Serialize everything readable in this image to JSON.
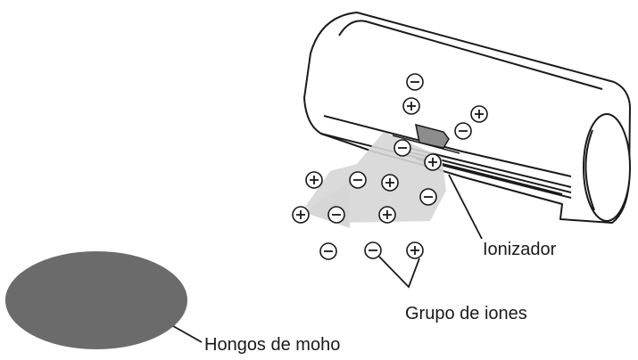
{
  "labels": {
    "ionizer": "Ionizador",
    "ion_group": "Grupo de iones",
    "mold": "Hongos de moho"
  },
  "ions": [
    {
      "sign": "-"
    },
    {
      "sign": "+"
    },
    {
      "sign": "+"
    },
    {
      "sign": "-"
    },
    {
      "sign": "-"
    },
    {
      "sign": "+"
    },
    {
      "sign": "+"
    },
    {
      "sign": "-"
    },
    {
      "sign": "+"
    },
    {
      "sign": "-"
    },
    {
      "sign": "+"
    },
    {
      "sign": "-"
    },
    {
      "sign": "+"
    },
    {
      "sign": "-"
    },
    {
      "sign": "-"
    },
    {
      "sign": "+"
    }
  ],
  "colors": {
    "outline": "#1a1a1a",
    "airflow": "#d6d6d6",
    "mold_patch": "#6b6b6b",
    "ionizer_module": "#8c8c8c"
  }
}
